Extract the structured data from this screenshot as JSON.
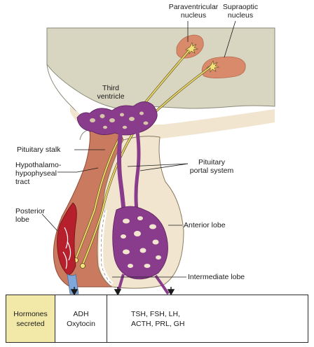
{
  "colors": {
    "brain": "#d8d6c0",
    "brain_outline": "#8a8a7a",
    "nucleus": "#d88a6a",
    "stalk": "#c97a5f",
    "anterior_lobe": "#f1e5cf",
    "portal_vessels": "#8a3c8c",
    "tract": "#e9d86a",
    "artery": "#b5202c",
    "vein": "#7fa7d9",
    "header_cell": "#f2e9a8"
  },
  "labels": {
    "paraventricular_nucleus": "Paraventricular\nnucleus",
    "supraoptic_nucleus": "Supraoptic\nnucleus",
    "third_ventricle": "Third\nventricle",
    "pituitary_stalk": "Pituitary stalk",
    "hypothalamo_hypophyseal_tract": "Hypothalamo-\nhypophyseal\ntract",
    "pituitary_portal_system": "Pituitary\nportal system",
    "posterior_lobe": "Posterior\nlobe",
    "anterior_lobe": "Anterior lobe",
    "intermediate_lobe": "Intermediate lobe"
  },
  "table": {
    "header": "Hormones\nsecreted",
    "posterior_hormones": "ADH\nOxytocin",
    "anterior_hormones_line1": "TSH, FSH, LH,",
    "anterior_hormones_line2": "ACTH, PRL, GH"
  }
}
